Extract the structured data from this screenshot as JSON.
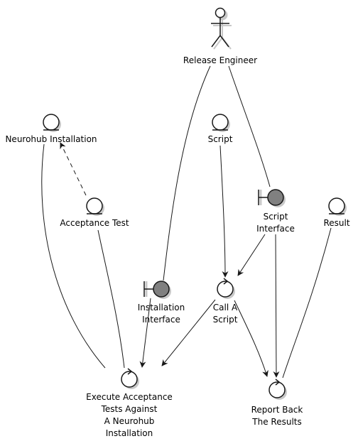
{
  "diagram": {
    "nodes": {
      "release_engineer": {
        "kind": "actor",
        "lines": [
          "Release Engineer"
        ]
      },
      "neurohub_installation": {
        "kind": "entity",
        "lines": [
          "Neurohub Installation"
        ]
      },
      "script": {
        "kind": "entity",
        "lines": [
          "Script"
        ]
      },
      "acceptance_test": {
        "kind": "entity",
        "lines": [
          "Acceptance Test"
        ]
      },
      "script_interface": {
        "kind": "boundary",
        "lines": [
          "Script",
          "Interface"
        ]
      },
      "result": {
        "kind": "entity",
        "lines": [
          "Result"
        ]
      },
      "installation_interface": {
        "kind": "boundary",
        "lines": [
          "Installation",
          "Interface"
        ]
      },
      "call_a_script": {
        "kind": "control",
        "lines": [
          "Call A",
          "Script"
        ]
      },
      "execute_acceptance_tests": {
        "kind": "control",
        "lines": [
          "Execute Acceptance",
          "Tests Against",
          "A Neurohub",
          "Installation"
        ]
      },
      "report_back_results": {
        "kind": "control",
        "lines": [
          "Report Back",
          "The Results"
        ]
      }
    },
    "edges": [
      {
        "from": "release_engineer",
        "to": "installation_interface",
        "style": "solid",
        "arrow": false
      },
      {
        "from": "release_engineer",
        "to": "script_interface",
        "style": "solid",
        "arrow": false
      },
      {
        "from": "acceptance_test",
        "to": "neurohub_installation",
        "style": "dashed",
        "arrow": true
      },
      {
        "from": "neurohub_installation",
        "to": "execute_acceptance_tests",
        "style": "solid",
        "arrow": false
      },
      {
        "from": "acceptance_test",
        "to": "execute_acceptance_tests",
        "style": "solid",
        "arrow": false
      },
      {
        "from": "script",
        "to": "call_a_script",
        "style": "solid",
        "arrow": true
      },
      {
        "from": "script_interface",
        "to": "call_a_script",
        "style": "solid",
        "arrow": true
      },
      {
        "from": "script_interface",
        "to": "report_back_results",
        "style": "solid",
        "arrow": true
      },
      {
        "from": "result",
        "to": "report_back_results",
        "style": "solid",
        "arrow": false
      },
      {
        "from": "installation_interface",
        "to": "execute_acceptance_tests",
        "style": "solid",
        "arrow": true
      },
      {
        "from": "call_a_script",
        "to": "execute_acceptance_tests",
        "style": "solid",
        "arrow": true
      },
      {
        "from": "call_a_script",
        "to": "report_back_results",
        "style": "solid",
        "arrow": true
      }
    ],
    "colors": {
      "line": "#181818",
      "node_fill": "#ffffff",
      "boundary_fill": "#808080",
      "shadow": "#c8c8c8"
    }
  }
}
